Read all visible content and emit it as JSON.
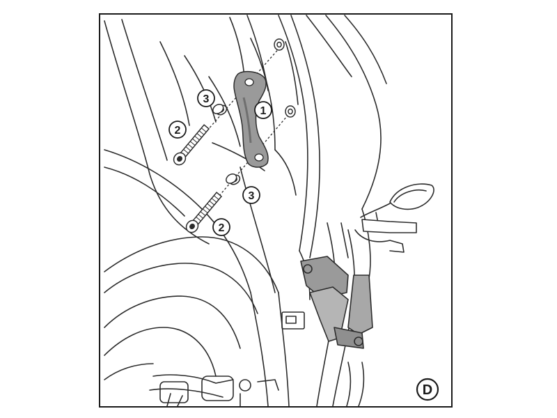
{
  "callouts": [
    {
      "label": "3"
    },
    {
      "label": "1"
    },
    {
      "label": "2"
    },
    {
      "label": "3"
    },
    {
      "label": "2"
    }
  ],
  "step_badge": {
    "label": "D"
  },
  "colors": {
    "frame": "#1a1a1a",
    "line": "#2b2b2b",
    "bracket": "#9a9a9a",
    "bracket_dark": "#6f6f6f",
    "background": "#ffffff"
  },
  "icons": {
    "bracket": "bracket-icon",
    "bolt": "bolt-icon",
    "washer": "washer-icon",
    "mirror": "mirror-icon"
  }
}
